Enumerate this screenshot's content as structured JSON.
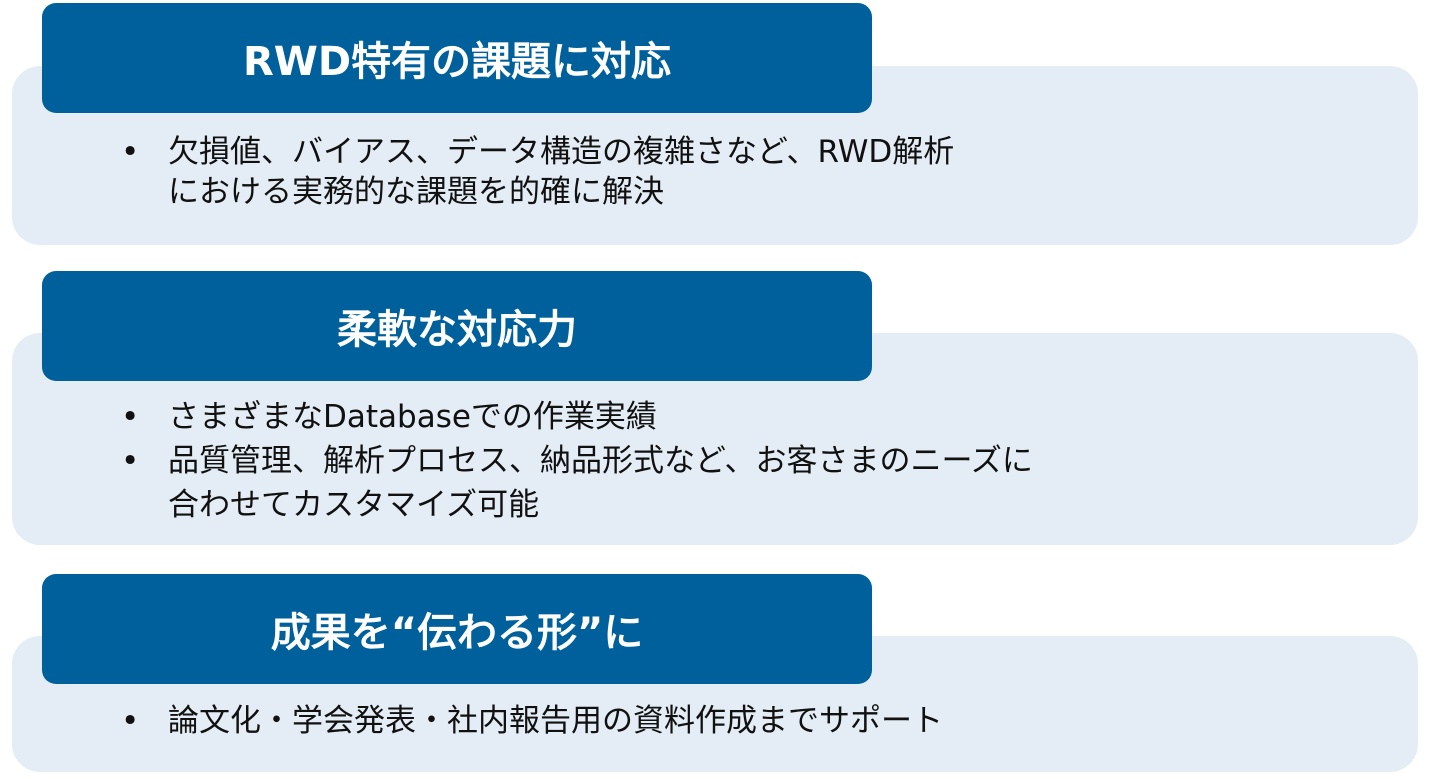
{
  "sections": [
    {
      "title": "RWD特有の課題に対応",
      "bullets": [
        [
          "欠損値、バイアス、データ構造の複雑さなど、RWD解析",
          "における実務的な課題を的確に解決"
        ]
      ]
    },
    {
      "title": "柔軟な対応力",
      "bullets": [
        [
          "さまざまなDatabaseでの作業実績"
        ],
        [
          "品質管理、解析プロセス、納品形式など、お客さまのニーズに",
          "合わせてカスタマイズ可能"
        ]
      ]
    },
    {
      "title": "成果を“伝わる形”に",
      "bullets": [
        [
          "論文化・学会発表・社内報告用の資料作成までサポート"
        ]
      ]
    }
  ],
  "bullet_glyph": "•",
  "colors": {
    "header": "#00609C",
    "panel": "#E4EDF5"
  }
}
